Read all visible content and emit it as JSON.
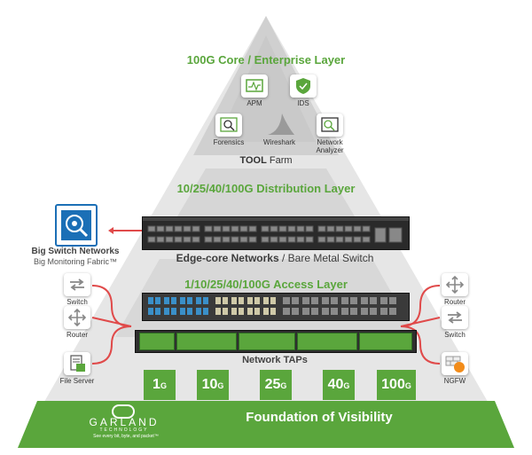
{
  "layers": {
    "core": "100G Core / Enterprise Layer",
    "distribution": "10/25/40/100G Distribution Layer",
    "access": "1/10/25/40/100G Access Layer",
    "foundation": "Foundation of Visibility"
  },
  "tools": {
    "apm": "APM",
    "ids": "IDS",
    "forensics": "Forensics",
    "wireshark": "Wireshark",
    "analyzer_line1": "Network",
    "analyzer_line2": "Analyzer",
    "farm_bold": "TOOL",
    "farm_rest": "Farm"
  },
  "switch_caption": {
    "bold": "Edge-core Networks",
    "rest": " / Bare Metal Switch"
  },
  "bsn": {
    "line1": "Big Switch Networks",
    "line2": "Big Monitoring Fabric™"
  },
  "taps_caption": "Network TAPs",
  "left_devices": [
    "Switch",
    "Router",
    "File Server"
  ],
  "right_devices": [
    "Router",
    "Switch",
    "NGFW"
  ],
  "speeds": [
    {
      "num": "1",
      "unit": "G"
    },
    {
      "num": "10",
      "unit": "G"
    },
    {
      "num": "25",
      "unit": "G"
    },
    {
      "num": "40",
      "unit": "G"
    },
    {
      "num": "100",
      "unit": "G"
    }
  ],
  "logo": {
    "name": "GARLAND",
    "sub": "TECHNOLOGY",
    "tagline": "See every bit, byte, and packet™"
  },
  "colors": {
    "green": "#5aa63c",
    "red": "#e04a4a",
    "gray": "#d8d8d8"
  }
}
